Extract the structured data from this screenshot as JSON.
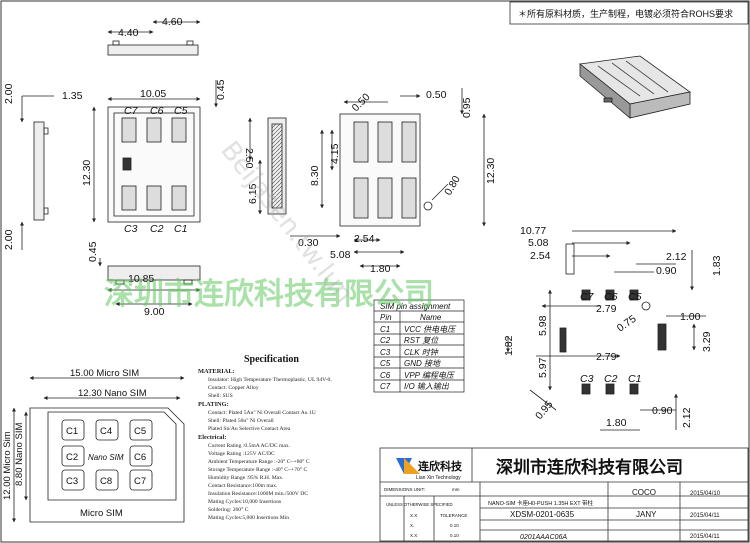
{
  "header": {
    "note": "＊所有原料材质，生产制程，电镀必须符合ROHS要求"
  },
  "watermarks": {
    "company": "深圳市连欣科技有限公司",
    "site": "Beijasen.tw.lun"
  },
  "top_view": {
    "dims": {
      "a": "4.60",
      "b": "4.40",
      "c": "10.05",
      "d": "1.35",
      "e": "2.00",
      "f": "0.45",
      "g": "12.30",
      "h": "2.00",
      "i": "0.45",
      "j": "10.85",
      "k": "9.00"
    },
    "pins_top": [
      "C7",
      "C6",
      "C5"
    ],
    "pins_bottom": [
      "C3",
      "C2",
      "C1"
    ]
  },
  "side_view": {
    "dims": {
      "a": "2.50",
      "b": "6.15"
    }
  },
  "pcb_view": {
    "dims": {
      "a": "0.50",
      "b": "0.50",
      "c": "0.95",
      "d": "8.30",
      "e": "4.15",
      "f": "0.80",
      "g": "12.30",
      "h": "0.30",
      "i": "2.54",
      "j": "5.08",
      "k": "1.80"
    }
  },
  "footprint_view": {
    "dims": {
      "a": "10.77",
      "b": "5.08",
      "c": "2.54",
      "d": "2.12",
      "e": "0.90",
      "f": "1.83",
      "g": "2.79",
      "h": "5.98",
      "i": "1.00",
      "j": "0.75",
      "k": "3.29",
      "l": "1.82",
      "m": "5.97",
      "n": "2.79",
      "o": "0.95",
      "p": "2.12",
      "q": "0.90",
      "r": "1.80"
    },
    "pins_top": [
      "C7",
      "C6",
      "C5"
    ],
    "pins_bottom": [
      "C3",
      "C2",
      "C1"
    ]
  },
  "pin_table": {
    "title": "SIM pin assignment",
    "headers": [
      "Pin",
      "Name"
    ],
    "rows": [
      [
        "C1",
        "VCC 供电电压"
      ],
      [
        "C2",
        "RST 复位"
      ],
      [
        "C3",
        "CLK 时钟"
      ],
      [
        "C5",
        "GND 接地"
      ],
      [
        "C6",
        "VPP 编程电压"
      ],
      [
        "C7",
        "I/O 输入输出"
      ]
    ]
  },
  "card_drawing": {
    "micro_width": "15.00 Micro SIM",
    "nano_width": "12.30 Nano SIM",
    "micro_height": "12.00 Micro Sim",
    "nano_height": "8.80 Nano SIM",
    "center_label": "Nano SIM",
    "bottom_label": "Micro SIM",
    "pins": [
      "C1",
      "C4",
      "C5",
      "C2",
      "C6",
      "C3",
      "C8",
      "C7"
    ]
  },
  "spec": {
    "title": "Specification",
    "lines": [
      "MATERIAL:",
      "Insulator: High Temperature Thermoplastic, UL 94V-0.",
      "Contact: Copper Alloy",
      "Shell: SUS",
      "PLATING:",
      "Contact: Plated 5Au\" Ni Overall Contact Au 1U",
      "Shell: Plated 50u\" Ni Overall",
      "Plated Sn/Au Selective Contact Area",
      "Electrical:",
      "Current Rating :0.5mA AC/DC max.",
      "Voltage Rating :125V AC/DC",
      "Ambient Temperature Range :-20° C~+80° C",
      "Storage Temperature Range :-40° C~+70° C",
      "Humidity Range :95% R.H. Max.",
      "Contact Resistance:100m max.",
      "Insulation Resistance:1000M min./500V DC",
      "Mating Cycles:10,000 Insertions",
      "Soldering: 260° C",
      "Mating Cycles:5,000 Insertions Min"
    ]
  },
  "title_block": {
    "company": "深圳市连欣科技有限公司",
    "logo_cn": "连欣科技",
    "logo_en": "Lian Xin Technology",
    "dimension_unit_label": "DIMENSIONS UNIT:",
    "dimension_unit": "mm",
    "tolerance_label": "UNLESS OTHERWISE SPECIFIED",
    "tol_header_a": "X.X",
    "tol_header_b": "TOLERANCE",
    "tol_row1_a": "X.",
    "tol_row1_b": "0.10",
    "tol_row2_a": "X.X",
    "tol_row2_b": "0.10",
    "product_name": "NANO-SIM 卡座H0-PUSH 1.35H EXT 带柱",
    "part_number": "XDSM-0201-0635",
    "drawing_code": "0201AAAC06A",
    "drawn_by": "COCO",
    "checked_by": "JANY",
    "date1": "2015/04/10",
    "date2": "2015/04/11",
    "date3": "2015/04/11"
  }
}
